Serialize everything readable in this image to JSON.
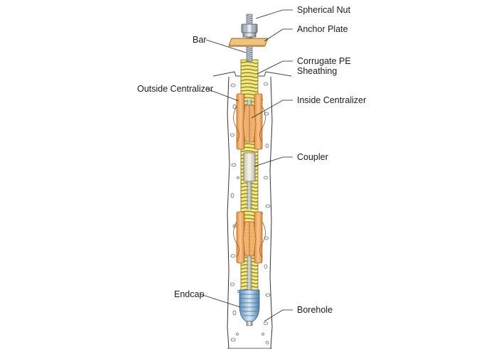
{
  "labels": {
    "spherical_nut": "Spherical Nut",
    "anchor_plate": "Anchor Plate",
    "bar": "Bar",
    "sheathing_line1": "Corrugate PE",
    "sheathing_line2": "Sheathing",
    "outside_centralizer": "Outside Centralizer",
    "inside_centralizer": "Inside Centralizer",
    "coupler": "Coupler",
    "endcap": "Endcap",
    "borehole": "Borehole"
  },
  "colors": {
    "sheathing": "#e9dc5a",
    "sheathing_dark": "#8f8520",
    "anchor_plate": "#f2c37e",
    "centralizer": "#f0a860",
    "bar": "#a9b6c2",
    "endcap": "#a8c8e6",
    "coupler": "#e9e8dc",
    "grout": "#ffffff"
  }
}
